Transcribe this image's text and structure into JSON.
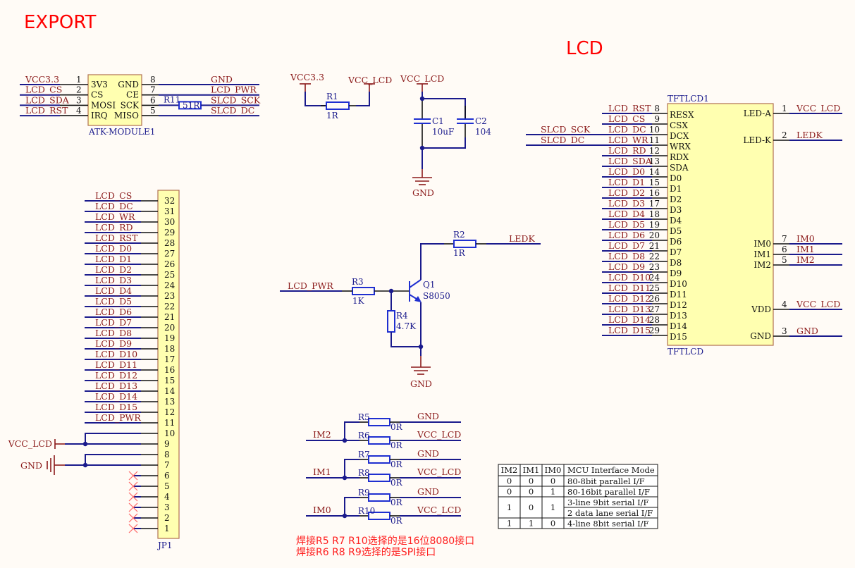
{
  "titles": {
    "export": "EXPORT",
    "lcd": "LCD"
  },
  "colors": {
    "net_label": "#8b1a1a",
    "wire": "#1a1a8c",
    "component_fill": "#ffffb0",
    "title": "#ff0000",
    "note": "#ff2020"
  },
  "atk_module": {
    "designator": "ATK-MODULE1",
    "left_pins": [
      {
        "num": "1",
        "name": "3V3",
        "net": "VCC3.3"
      },
      {
        "num": "2",
        "name": "CS",
        "net": "LCD_CS"
      },
      {
        "num": "3",
        "name": "MOSI",
        "net": "LCD_SDA"
      },
      {
        "num": "4",
        "name": "IRQ",
        "net": "LCD_RST"
      }
    ],
    "right_pins": [
      {
        "num": "8",
        "name": "GND",
        "net": "GND"
      },
      {
        "num": "7",
        "name": "CE",
        "net": "LCD_PWR"
      },
      {
        "num": "6",
        "name": "SCK",
        "net": "SLCD_SCK"
      },
      {
        "num": "5",
        "name": "MISO",
        "net": "SLCD_DC"
      }
    ],
    "series_resistor": {
      "designator": "R11",
      "value": "51R"
    }
  },
  "power": {
    "r1": {
      "designator": "R1",
      "value": "1R",
      "from": "VCC3.3",
      "to": "VCC_LCD"
    },
    "c1": {
      "designator": "C1",
      "value": "10uF"
    },
    "c2": {
      "designator": "C2",
      "value": "104"
    },
    "cap_top_net": "VCC_LCD",
    "cap_gnd": "GND"
  },
  "backlight": {
    "input_net": "LCD_PWR",
    "r3": {
      "designator": "R3",
      "value": "1K"
    },
    "r4": {
      "designator": "R4",
      "value": "4.7K"
    },
    "r2": {
      "designator": "R2",
      "value": "1R"
    },
    "q1": {
      "designator": "Q1",
      "value": "S8050"
    },
    "output_net": "LEDK",
    "gnd": "GND"
  },
  "tftlcd": {
    "designator": "TFTLCD1",
    "comment": "TFTLCD",
    "left_pins": [
      {
        "num": "8",
        "name": "RESX",
        "net": "LCD_RST"
      },
      {
        "num": "9",
        "name": "CSX",
        "net": "LCD_CS"
      },
      {
        "num": "10",
        "name": "DCX",
        "net": "LCD_DC",
        "extra_net": "SLCD_SCK"
      },
      {
        "num": "11",
        "name": "WRX",
        "net": "LCD_WR",
        "extra_net": "SLCD_DC"
      },
      {
        "num": "12",
        "name": "RDX",
        "net": "LCD_RD"
      },
      {
        "num": "13",
        "name": "SDA",
        "net": "LCD_SDA"
      },
      {
        "num": "14",
        "name": "D0",
        "net": "LCD_D0"
      },
      {
        "num": "15",
        "name": "D1",
        "net": "LCD_D1"
      },
      {
        "num": "16",
        "name": "D2",
        "net": "LCD_D2"
      },
      {
        "num": "17",
        "name": "D3",
        "net": "LCD_D3"
      },
      {
        "num": "18",
        "name": "D4",
        "net": "LCD_D4"
      },
      {
        "num": "19",
        "name": "D5",
        "net": "LCD_D5"
      },
      {
        "num": "20",
        "name": "D6",
        "net": "LCD_D6"
      },
      {
        "num": "21",
        "name": "D7",
        "net": "LCD_D7"
      },
      {
        "num": "22",
        "name": "D8",
        "net": "LCD_D8"
      },
      {
        "num": "23",
        "name": "D9",
        "net": "LCD_D9"
      },
      {
        "num": "24",
        "name": "D10",
        "net": "LCD_D10"
      },
      {
        "num": "25",
        "name": "D11",
        "net": "LCD_D11"
      },
      {
        "num": "26",
        "name": "D12",
        "net": "LCD_D12"
      },
      {
        "num": "27",
        "name": "D13",
        "net": "LCD_D13"
      },
      {
        "num": "28",
        "name": "D14",
        "net": "LCD_D14"
      },
      {
        "num": "29",
        "name": "D15",
        "net": "LCD_D15"
      }
    ],
    "right_pins": [
      {
        "num": "1",
        "name": "LED-A",
        "net": "VCC_LCD"
      },
      {
        "num": "2",
        "name": "LED-K",
        "net": "LEDK"
      },
      {
        "num": "7",
        "name": "IM0",
        "net": "IM0"
      },
      {
        "num": "6",
        "name": "IM1",
        "net": "IM1"
      },
      {
        "num": "5",
        "name": "IM2",
        "net": "IM2"
      },
      {
        "num": "4",
        "name": "VDD",
        "net": "VCC_LCD"
      },
      {
        "num": "3",
        "name": "GND",
        "net": "GND"
      }
    ]
  },
  "jp1": {
    "designator": "JP1",
    "pins": [
      {
        "num": "32",
        "net": "LCD_CS"
      },
      {
        "num": "31",
        "net": "LCD_DC"
      },
      {
        "num": "30",
        "net": "LCD_WR"
      },
      {
        "num": "29",
        "net": "LCD_RD"
      },
      {
        "num": "28",
        "net": "LCD_RST"
      },
      {
        "num": "27",
        "net": "LCD_D0"
      },
      {
        "num": "26",
        "net": "LCD_D1"
      },
      {
        "num": "25",
        "net": "LCD_D2"
      },
      {
        "num": "24",
        "net": "LCD_D3"
      },
      {
        "num": "23",
        "net": "LCD_D4"
      },
      {
        "num": "22",
        "net": "LCD_D5"
      },
      {
        "num": "21",
        "net": "LCD_D6"
      },
      {
        "num": "20",
        "net": "LCD_D7"
      },
      {
        "num": "19",
        "net": "LCD_D8"
      },
      {
        "num": "18",
        "net": "LCD_D9"
      },
      {
        "num": "17",
        "net": "LCD_D10"
      },
      {
        "num": "16",
        "net": "LCD_D11"
      },
      {
        "num": "15",
        "net": "LCD_D12"
      },
      {
        "num": "14",
        "net": "LCD_D13"
      },
      {
        "num": "13",
        "net": "LCD_D14"
      },
      {
        "num": "12",
        "net": "LCD_D15"
      },
      {
        "num": "11",
        "net": "LCD_PWR"
      },
      {
        "num": "10",
        "net": ""
      },
      {
        "num": "9",
        "net": ""
      },
      {
        "num": "8",
        "net": ""
      },
      {
        "num": "7",
        "net": ""
      },
      {
        "num": "6",
        "net": "",
        "nc": true
      },
      {
        "num": "5",
        "net": "",
        "nc": true
      },
      {
        "num": "4",
        "net": "",
        "nc": true
      },
      {
        "num": "3",
        "net": "",
        "nc": true
      },
      {
        "num": "2",
        "net": "",
        "nc": true
      },
      {
        "num": "1",
        "net": "",
        "nc": true
      }
    ],
    "power_ports": [
      {
        "net": "VCC_LCD",
        "pins": [
          "10",
          "9"
        ]
      },
      {
        "net": "GND",
        "pins": [
          "8",
          "7"
        ]
      }
    ]
  },
  "im_select": [
    {
      "net": "IM2",
      "upper": {
        "designator": "R5",
        "value": "0R",
        "net": "GND"
      },
      "lower": {
        "designator": "R6",
        "value": "0R",
        "net": "VCC_LCD"
      }
    },
    {
      "net": "IM1",
      "upper": {
        "designator": "R7",
        "value": "0R",
        "net": "GND"
      },
      "lower": {
        "designator": "R8",
        "value": "0R",
        "net": "VCC_LCD"
      }
    },
    {
      "net": "IM0",
      "upper": {
        "designator": "R9",
        "value": "0R",
        "net": "GND"
      },
      "lower": {
        "designator": "R10",
        "value": "0R",
        "net": "VCC_LCD"
      }
    }
  ],
  "notes": [
    "焊接R5 R7 R10选择的是16位8080接口",
    "焊接R6 R8 R9选择的是SPI接口"
  ],
  "mode_table": {
    "headers": [
      "IM2",
      "IM1",
      "IM0",
      "MCU Interface Mode"
    ],
    "rows": [
      {
        "im2": "0",
        "im1": "0",
        "im0": "0",
        "modes": [
          "80-8bit parallel I/F"
        ]
      },
      {
        "im2": "0",
        "im1": "0",
        "im0": "1",
        "modes": [
          "80-16bit parallel I/F"
        ]
      },
      {
        "im2": "1",
        "im1": "0",
        "im0": "1",
        "modes": [
          "3-line 9bit serial I/F",
          "2 data lane serial I/F"
        ]
      },
      {
        "im2": "1",
        "im1": "1",
        "im0": "0",
        "modes": [
          "4-line 8bit serial I/F"
        ]
      }
    ]
  }
}
